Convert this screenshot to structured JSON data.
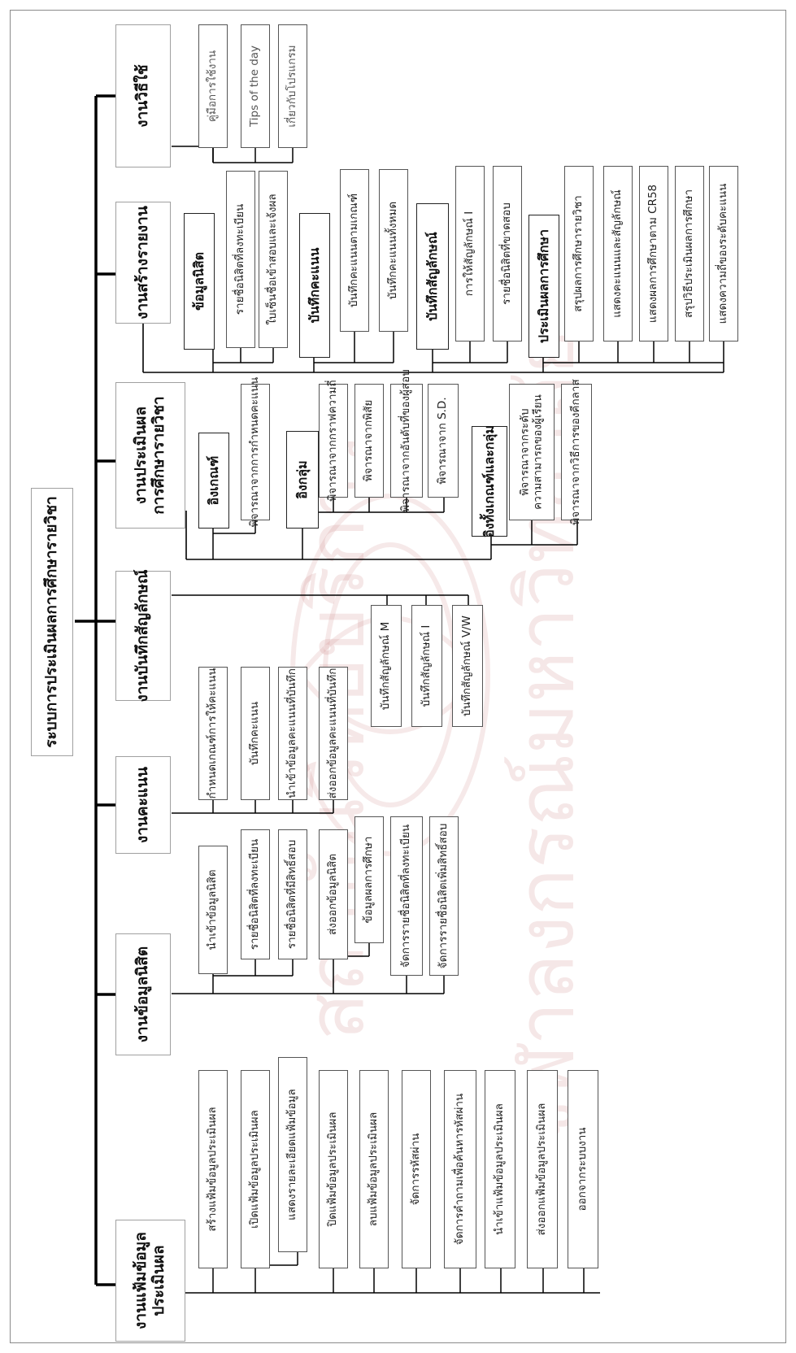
{
  "root": {
    "label": "ระบบการประเมินผลการศึกษารายวิชา"
  },
  "categories": {
    "usage": "งานวิธีใช้",
    "report": "งานสร้างรายงาน",
    "eval": "งานประเมินผล\nการศึกษารายวิชา",
    "symbol": "งานบันทึกสัญลักษณ์",
    "score": "งานคะแนน",
    "student": "งานข้อมูลนิสิต",
    "file": "งานแฟ้มข้อมูล\nประเมินผล"
  },
  "usage_items": [
    "คู่มือการใช้งาน",
    "Tips of the day",
    "เกี่ยวกับโปรแกรม"
  ],
  "report_groups": {
    "student_head": "ข้อมูลนิสิต",
    "student_items": [
      "รายชื่อนิสิตที่ลงทะเบียน",
      "ใบเซ็นชื่อเข้าสอบและเจ้งผล"
    ],
    "score_head": "บันทึกคะแนน",
    "score_items": [
      "บันทึกคะแนนตามเกณฑ์",
      "บันทึกคะแนนทั้งหมด"
    ],
    "symbol_head": "บันทึกสัญลักษณ์",
    "symbol_items": [
      "การให้สัญลักษณ์ I",
      "รายชื่อนิสิตที่ขาดสอบ"
    ],
    "eval_head": "ประเมินผลการศึกษา",
    "eval_items": [
      "สรุปผลการศึกษารายวิชา",
      "แสดงคะแนนและสัญลักษณ์",
      "แสดงผลการศึกษาตาม CR58",
      "สรุปวิธีประเมินผลการศึกษา",
      "แสดงความถี่ของระดับคะแนน"
    ]
  },
  "eval_groups": {
    "criterion_head": "อิงเกณฑ์",
    "criterion_items": [
      "พิจารณาจากการกำหนดคะแนน"
    ],
    "group_head": "อิงกลุ่ม",
    "group_items": [
      "พิจารณาจากกราฟความถี่",
      "พิจารณาจากพิสัย",
      "พิจารณาจากอันดับที่ของผู้สอบ",
      "พิจารณาจาก S.D."
    ],
    "both_head": "อิงทั้งเกณฑ์และกลุ่ม",
    "both_items": [
      "พิจารณาจากระดับ\nความสามารถของผู้เรียน",
      "พิจารณาจากวิธีการของคีกลาส"
    ]
  },
  "symbol_items": [
    "บันทึกสัญลักษณ์ M",
    "บันทึกสัญลักษณ์ I",
    "บันทึกสัญลักษณ์ V/W"
  ],
  "score_items": [
    "กำหนดเกณฑ์การให้คะแนน",
    "บันทึกคะแนน",
    "นำเข้าข้อมูลคะแนนที่บันทึก",
    "ส่งออกข้อมูลคะแนนที่บันทึก"
  ],
  "student_items": [
    "นำเข้าข้อมูลนิสิต",
    "รายชื่อนิสิตที่ลงทะเบียน",
    "รายชื่อนิสิตที่มีสิทธิ์สอบ",
    "ส่งออกข้อมูลนิสิต",
    "ข้อมูลผลการศึกษา",
    "จัดการรายชื่อนิสิตที่ลงทะเบียน",
    "จัดการรายชื่อนิสิตเพิ่มสิทธิ์สอบ"
  ],
  "file_items": [
    "สร้างแฟ้มข้อมูลประเมินผล",
    "เปิดแฟ้มข้อมูลประเมินผล",
    "แสดงรายละเอียดแฟ้มข้อมูล",
    "ปิดแฟ้มข้อมูลประเมินผล",
    "ลบแฟ้มข้อมูลประเมินผล",
    "จัดการรหัสผ่าน",
    "จัดการคำถามเพื่อค้นหารหัสผ่าน",
    "นำเข้าแฟ้มข้อมูลประเมินผล",
    "ส่งออกแฟ้มข้อมูลประเมินผล",
    "ออกจากระบบงาน"
  ],
  "watermark": {
    "line1": "สถาบันวิทยบริการ",
    "line2": "จุฬาลงกรณ์มหาวิทยาลัย"
  }
}
